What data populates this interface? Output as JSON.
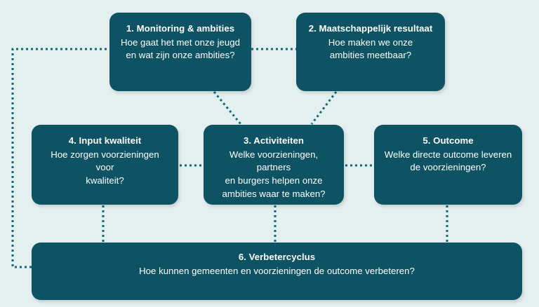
{
  "diagram": {
    "background_color": "#e4eff0",
    "node_color": "#0d5364",
    "text_color": "#ffffff",
    "connector_color": "#106a7c",
    "nodes": [
      {
        "id": "1",
        "title": "1. Monitoring & ambities",
        "body": "Hoe gaat het met onze jeugd\nen wat zijn onze ambities?"
      },
      {
        "id": "2",
        "title": "2. Maatschappelijk resultaat",
        "body": "Hoe maken we onze\nambities meetbaar?"
      },
      {
        "id": "4",
        "title": "4. Input kwaliteit",
        "body": "Hoe zorgen voorzieningen voor\nkwaliteit?"
      },
      {
        "id": "3",
        "title": "3. Activiteiten",
        "body": "Welke voorzieningen, partners\nen burgers helpen onze\nambities waar te maken?"
      },
      {
        "id": "5",
        "title": "5. Outcome",
        "body": "Welke directe outcome leveren\nde voorzieningen?"
      },
      {
        "id": "6",
        "title": "6. Verbetercyclus",
        "body": "Hoe kunnen gemeenten en voorzieningen de outcome verbeteren?"
      }
    ],
    "connectors": [
      {
        "name": "connector-1-to-2",
        "from": "1",
        "to": "2"
      },
      {
        "name": "connector-1-to-3",
        "from": "1",
        "to": "3"
      },
      {
        "name": "connector-2-to-3",
        "from": "2",
        "to": "3"
      },
      {
        "name": "connector-4-to-3",
        "from": "4",
        "to": "3"
      },
      {
        "name": "connector-3-to-5",
        "from": "3",
        "to": "5"
      },
      {
        "name": "connector-4-to-6",
        "from": "4",
        "to": "6"
      },
      {
        "name": "connector-3-to-6",
        "from": "3",
        "to": "6"
      },
      {
        "name": "connector-5-to-6",
        "from": "5",
        "to": "6"
      },
      {
        "name": "connector-6-to-1-loop",
        "from": "6",
        "to": "1"
      }
    ]
  }
}
